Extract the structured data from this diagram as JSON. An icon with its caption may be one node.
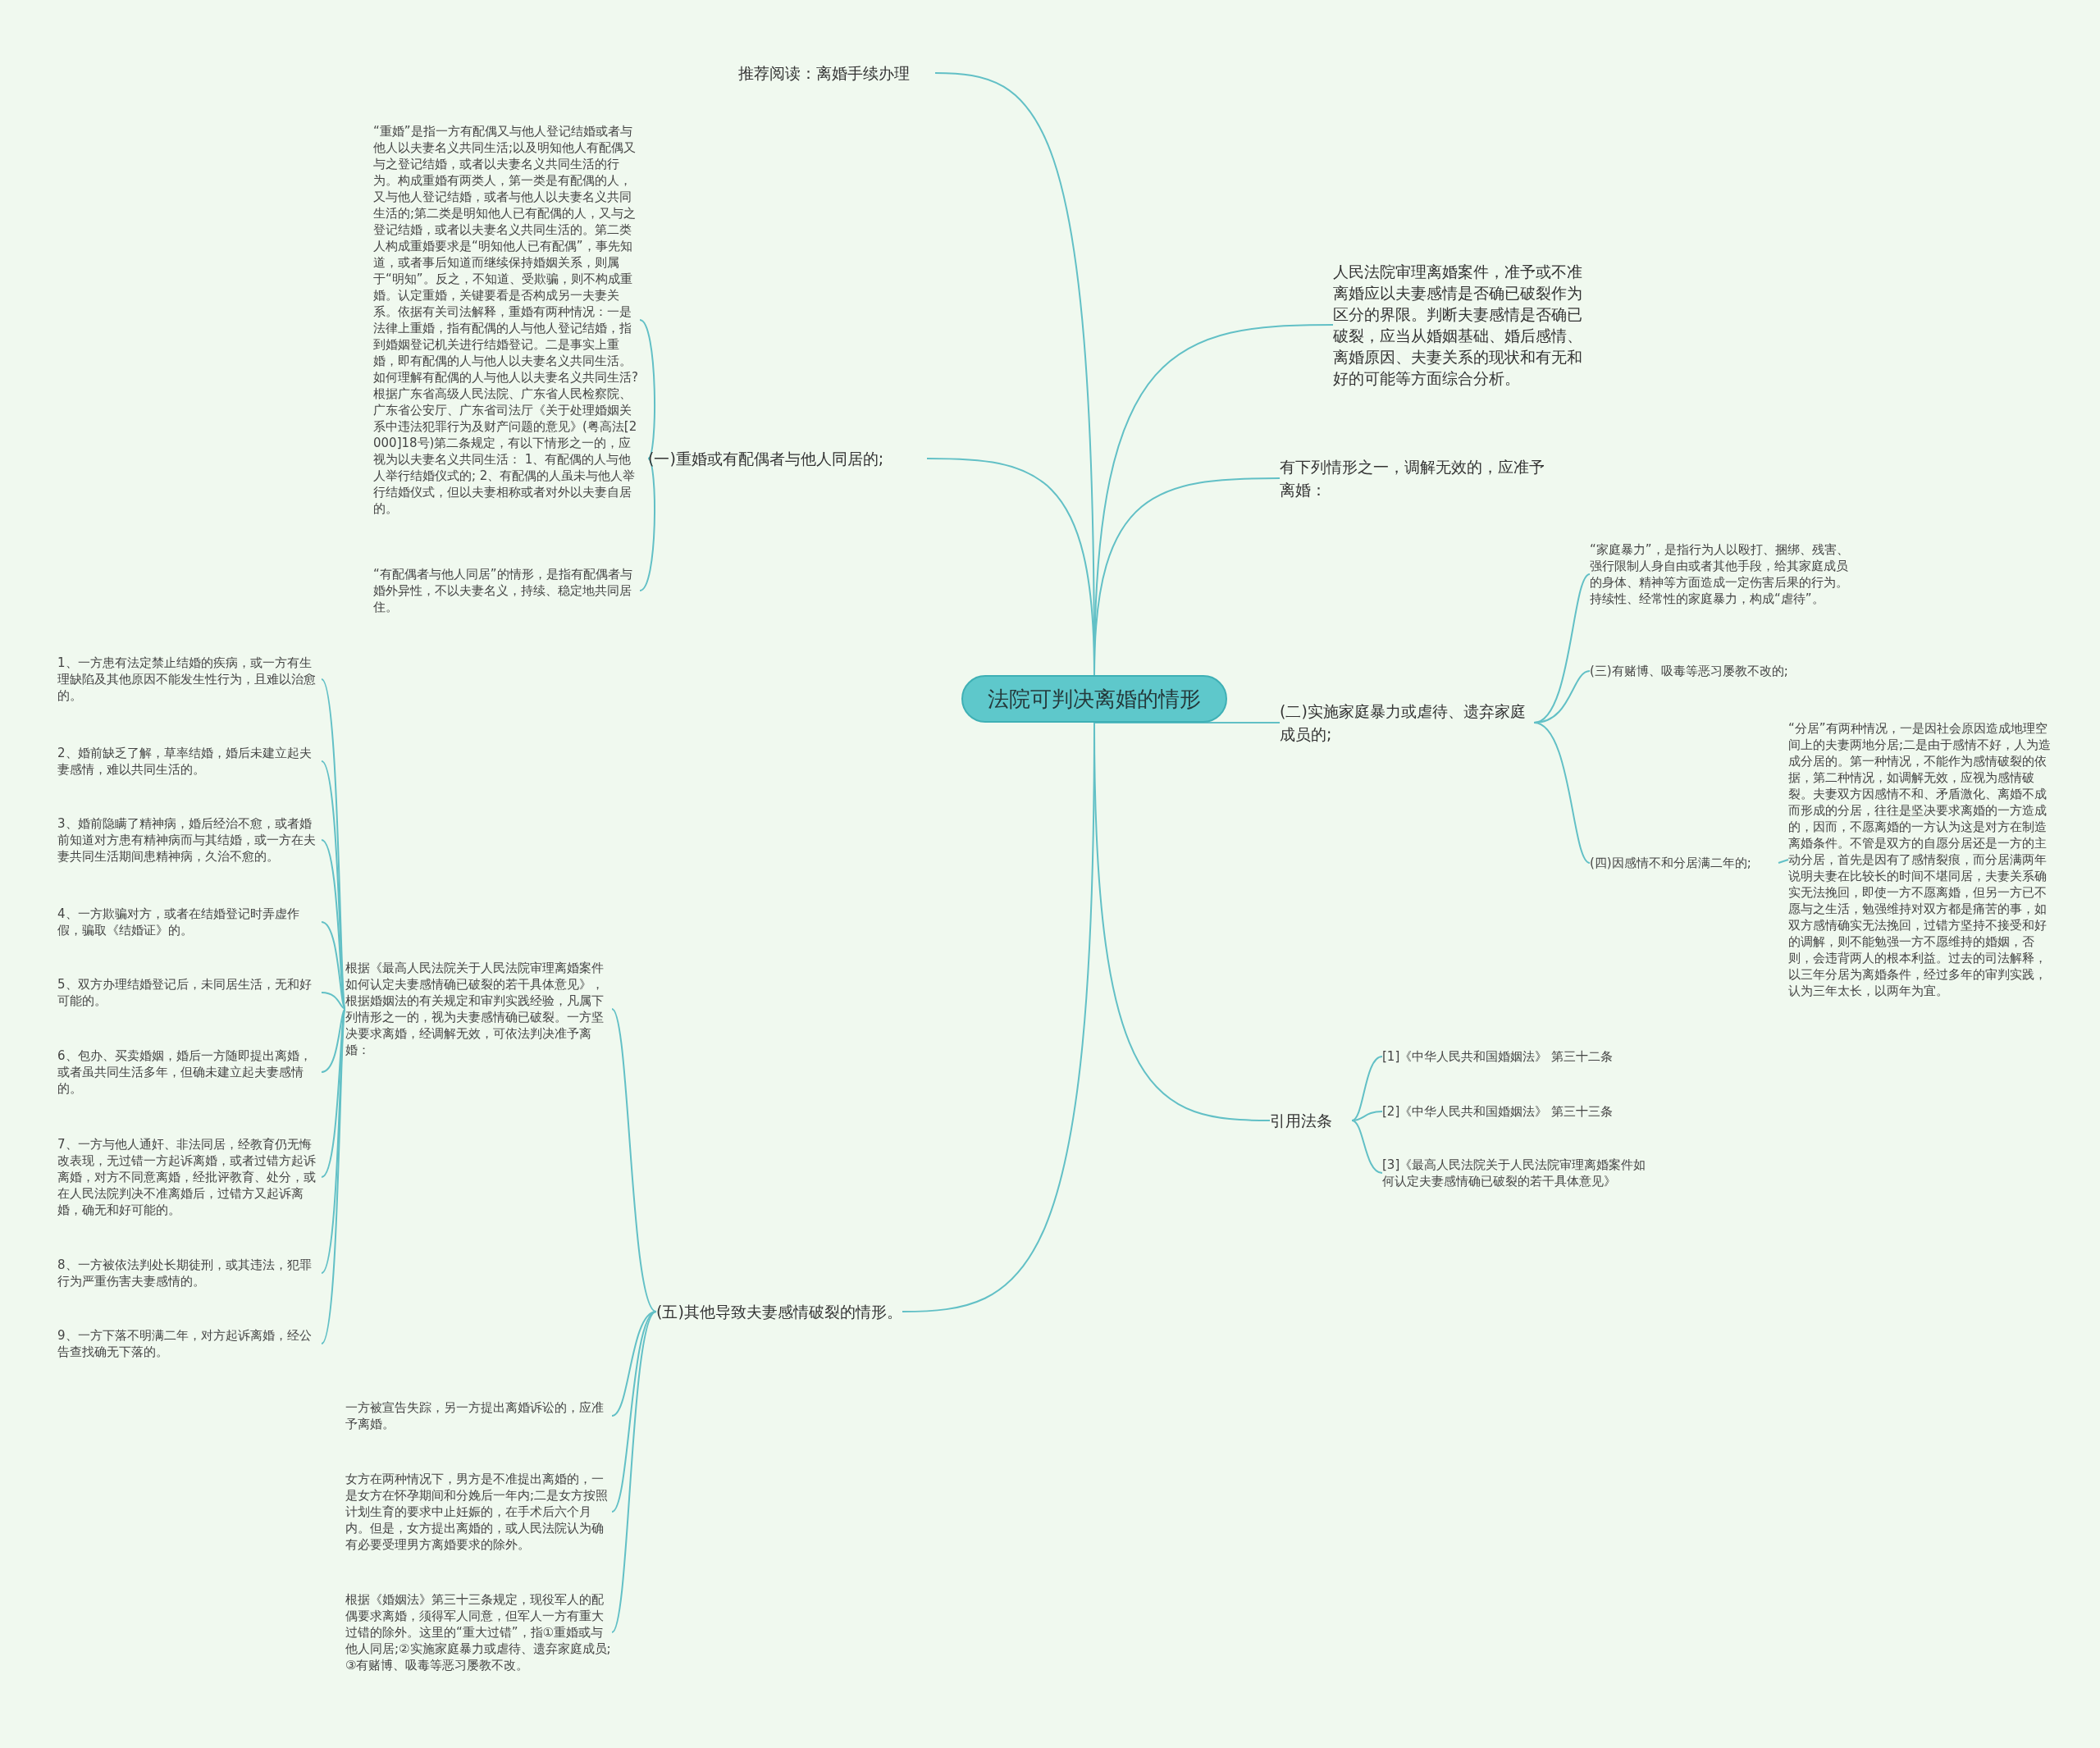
{
  "diagram": {
    "nodes": [
      {
        "text": [
          "法院可判决离婚的情形"
        ]
      },
      {
        "text": [
          "推荐阅读：离婚手续办理"
        ]
      },
      {
        "text": [
          "(一)重婚或有配偶者与他人同居的;"
        ]
      },
      {
        "text": [
          "“重婚”是指一方有配偶又与他人登记结婚或者与他人以夫妻名义共同生活;以及明知他人有配偶又与之登记结婚，或者以夫妻名义共同生活的行为。构成重婚有两类人，第一类是有配偶的人，又与他人登记结婚，或者与他人以夫妻名义共同生活的;第二类是明知他人已有配偶的人，又与之登记结婚，或者以夫妻名义共同生活的。第二类人构成重婚要求是“明知他人已有配偶”，事先知道，或者事后知道而继续保持婚姻关系，则属于“明知”。反之，不知道、受欺骗，则不构成重婚。认定重婚，关键要看是否构成另一夫妻关系。依据有关司法解释，重婚有两种情况：一是法律上重婚，指有配偶的人与他人登记结婚，指到婚姻登记机关进行结婚登记。二是事实上重婚，即有配偶的人与他人以夫妻名义共同生活。如何理解有配偶的人与他人以夫妻名义共同生活?根据广东省高级人民法院、广东省人民检察院、广东省公安厅、广东省司法厅《关于处理婚姻关系中违法犯罪行为及财产问题的意见》(粤高法[2000]18号)第二条规定，有以下情形之一的，应视为以夫妻名义共同生活： 1、有配偶的人与他人举行结婚仪式的; 2、有配偶的人虽未与他人举行结婚仪式，但以夫妻相称或者对外以夫妻自居的。"
        ]
      },
      {
        "text": [
          "“有配偶者与他人同居”的情形，是指有配偶者与婚外异性，不以夫妻名义，持续、稳定地共同居住。"
        ]
      },
      {
        "text": [
          "人民法院审理离婚案件，准予或不准离婚应以夫妻感情是否确已破裂作为区分的界限。判断夫妻感情是否确已破裂，应当从婚姻基础、婚后感情、离婚原因、夫妻关系的现状和有无和好的可能等方面综合分析。"
        ]
      },
      {
        "text": [
          "有下列情形之一，调解无效的，应准予离婚："
        ]
      },
      {
        "text": [
          "(二)实施家庭暴力或虐待、遗弃家庭成员的;"
        ]
      },
      {
        "text": [
          "“家庭暴力”，是指行为人以殴打、捆绑、残害、强行限制人身自由或者其他手段，给其家庭成员的身体、精神等方面造成一定伤害后果的行为。持续性、经常性的家庭暴力，构成“虐待”。"
        ]
      },
      {
        "text": [
          "(三)有赌博、吸毒等恶习屡教不改的;"
        ]
      },
      {
        "text": [
          "(四)因感情不和分居满二年的;"
        ]
      },
      {
        "text": [
          "“分居”有两种情况，一是因社会原因造成地理空间上的夫妻两地分居;二是由于感情不好，人为造成分居的。第一种情况，不能作为感情破裂的依据，第二种情况，如调解无效，应视为感情破裂。夫妻双方因感情不和、矛盾激化、离婚不成而形成的分居，往往是坚决要求离婚的一方造成的，因而，不愿离婚的一方认为这是对方在制造离婚条件。不管是双方的自愿分居还是一方的主动分居，首先是因有了感情裂痕，而分居满两年说明夫妻在比较长的时间不堪同居，夫妻关系确实无法挽回，即使一方不愿离婚，但另一方已不愿与之生活，勉强维持对双方都是痛苦的事，如双方感情确实无法挽回，过错方坚持不接受和好的调解，则不能勉强一方不愿维持的婚姻，否则，会违背两人的根本利益。过去的司法解释，以三年分居为离婚条件，经过多年的审判实践，认为三年太长，以两年为宜。"
        ]
      },
      {
        "text": [
          "引用法条"
        ]
      },
      {
        "text": [
          "[1]《中华人民共和国婚姻法》 第三十二条"
        ]
      },
      {
        "text": [
          "[2]《中华人民共和国婚姻法》 第三十三条"
        ]
      },
      {
        "text": [
          "[3]《最高人民法院关于人民法院审理离婚案件如何认定夫妻感情确已破裂的若干具体意见》"
        ]
      },
      {
        "text": [
          "(五)其他导致夫妻感情破裂的情形。"
        ]
      },
      {
        "text": [
          "根据《最高人民法院关于人民法院审理离婚案件如何认定夫妻感情确已破裂的若干具体意见》，根据婚姻法的有关规定和审判实践经验，凡属下列情形之一的，视为夫妻感情确已破裂。一方坚决要求离婚，经调解无效，可依法判决准予离婚："
        ]
      },
      {
        "text": [
          "1、一方患有法定禁止结婚的疾病，或一方有生理缺陷及其他原因不能发生性行为，且难以治愈的。"
        ]
      },
      {
        "text": [
          "2、婚前缺乏了解，草率结婚，婚后未建立起夫妻感情，难以共同生活的。"
        ]
      },
      {
        "text": [
          "3、婚前隐瞒了精神病，婚后经治不愈，或者婚前知道对方患有精神病而与其结婚，或一方在夫妻共同生活期间患精神病，久治不愈的。"
        ]
      },
      {
        "text": [
          "4、一方欺骗对方，或者在结婚登记时弄虚作假，骗取《结婚证》的。"
        ]
      },
      {
        "text": [
          "5、双方办理结婚登记后，未同居生活，无和好可能的。"
        ]
      },
      {
        "text": [
          "6、包办、买卖婚姻，婚后一方随即提出离婚，或者虽共同生活多年，但确未建立起夫妻感情的。"
        ]
      },
      {
        "text": [
          "7、一方与他人通奸、非法同居，经教育仍无悔改表现，无过错一方起诉离婚，或者过错方起诉离婚，对方不同意离婚，经批评教育、处分，或在人民法院判决不准离婚后，过错方又起诉离婚，确无和好可能的。"
        ]
      },
      {
        "text": [
          "8、一方被依法判处长期徒刑，或其违法，犯罪行为严重伤害夫妻感情的。"
        ]
      },
      {
        "text": [
          "9、一方下落不明满二年，对方起诉离婚，经公告查找确无下落的。"
        ]
      },
      {
        "text": [
          "一方被宣告失踪，另一方提出离婚诉讼的，应准予离婚。"
        ]
      },
      {
        "text": [
          "女方在两种情况下，男方是不准提出离婚的，一是女方在怀孕期间和分娩后一年内;二是女方按照计划生育的要求中止妊娠的，在手术后六个月内。但是，女方提出离婚的，或人民法院认为确有必要受理男方离婚要求的除外。"
        ]
      },
      {
        "text": [
          "根据《婚姻法》第三十三条规定，现役军人的配偶要求离婚，须得军人同意，但军人一方有重大过错的除外。这里的“重大过错”，指①重婚或与他人同居;②实施家庭暴力或虐待、遗弃家庭成员;③有赌博、吸毒等恶习屡教不改。"
        ]
      }
    ],
    "edges": [
      {
        "from": 0,
        "to": 1,
        "arrow": "none"
      },
      {
        "from": 0,
        "to": 2,
        "arrow": "none"
      },
      {
        "from": 2,
        "to": 3,
        "arrow": "none"
      },
      {
        "from": 2,
        "to": 4,
        "arrow": "none"
      },
      {
        "from": 0,
        "to": 5,
        "arrow": "none"
      },
      {
        "from": 0,
        "to": 6,
        "arrow": "none"
      },
      {
        "from": 0,
        "to": 7,
        "arrow": "none"
      },
      {
        "from": 7,
        "to": 8,
        "arrow": "none"
      },
      {
        "from": 7,
        "to": 9,
        "arrow": "none"
      },
      {
        "from": 7,
        "to": 10,
        "arrow": "none"
      },
      {
        "from": 10,
        "to": 11,
        "arrow": "none"
      },
      {
        "from": 0,
        "to": 12,
        "arrow": "none"
      },
      {
        "from": 12,
        "to": 13,
        "arrow": "none"
      },
      {
        "from": 12,
        "to": 14,
        "arrow": "none"
      },
      {
        "from": 12,
        "to": 15,
        "arrow": "none"
      },
      {
        "from": 0,
        "to": 16,
        "arrow": "none"
      },
      {
        "from": 16,
        "to": 17,
        "arrow": "none"
      },
      {
        "from": 17,
        "to": 18,
        "arrow": "none"
      },
      {
        "from": 17,
        "to": 19,
        "arrow": "none"
      },
      {
        "from": 17,
        "to": 20,
        "arrow": "none"
      },
      {
        "from": 17,
        "to": 21,
        "arrow": "none"
      },
      {
        "from": 17,
        "to": 22,
        "arrow": "none"
      },
      {
        "from": 17,
        "to": 23,
        "arrow": "none"
      },
      {
        "from": 17,
        "to": 24,
        "arrow": "none"
      },
      {
        "from": 17,
        "to": 25,
        "arrow": "none"
      },
      {
        "from": 17,
        "to": 26,
        "arrow": "none"
      },
      {
        "from": 16,
        "to": 27,
        "arrow": "none"
      },
      {
        "from": 16,
        "to": 28,
        "arrow": "none"
      },
      {
        "from": 16,
        "to": 29,
        "arrow": "none"
      }
    ]
  }
}
